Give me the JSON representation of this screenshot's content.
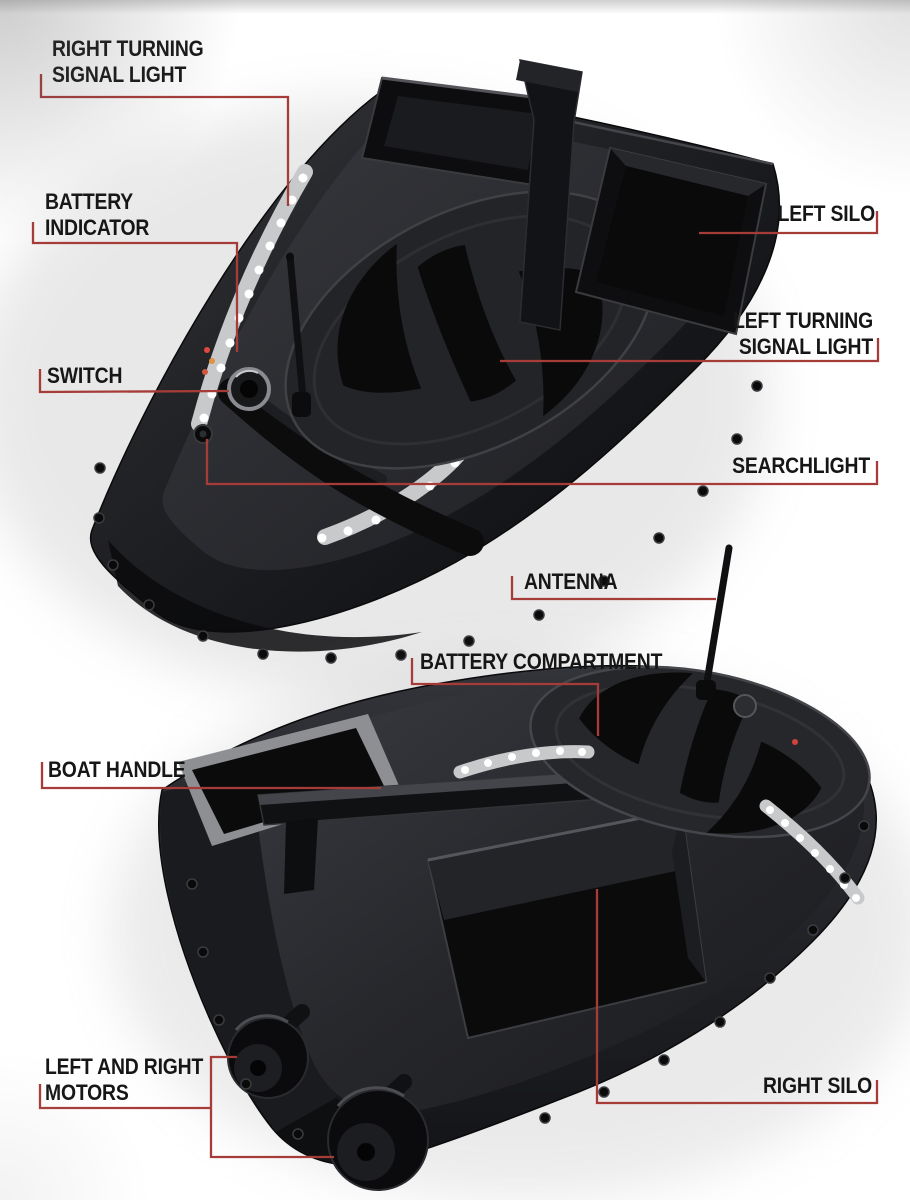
{
  "diagram": {
    "background_color": "#ffffff",
    "leader_line_color": "#a63c38",
    "label_text_color": "#161616",
    "boat_body_color": "#1b1c1f",
    "led_color": "#ffffff",
    "labels": [
      {
        "id": "right-turning-signal-light",
        "lines": [
          "RIGHT TURNING",
          "SIGNAL LIGHT"
        ]
      },
      {
        "id": "battery-indicator",
        "lines": [
          "BATTERY",
          "INDICATOR"
        ]
      },
      {
        "id": "switch",
        "lines": [
          "SWITCH"
        ]
      },
      {
        "id": "left-silo",
        "lines": [
          "LEFT SILO"
        ]
      },
      {
        "id": "left-turning-signal-light",
        "lines": [
          "LEFT TURNING",
          "SIGNAL LIGHT"
        ]
      },
      {
        "id": "searchlight",
        "lines": [
          "SEARCHLIGHT"
        ]
      },
      {
        "id": "antenna",
        "lines": [
          "ANTENNA"
        ]
      },
      {
        "id": "battery-compartment",
        "lines": [
          "BATTERY COMPARTMENT"
        ]
      },
      {
        "id": "boat-handle",
        "lines": [
          "BOAT HANDLE"
        ]
      },
      {
        "id": "left-and-right-motors",
        "lines": [
          "LEFT AND RIGHT",
          "MOTORS"
        ]
      },
      {
        "id": "right-silo",
        "lines": [
          "RIGHT SILO"
        ]
      }
    ],
    "illustrations": [
      {
        "id": "top-boat",
        "name": "bait-boat-front-top-view-icon"
      },
      {
        "id": "bottom-boat",
        "name": "bait-boat-rear-side-view-icon"
      }
    ]
  }
}
